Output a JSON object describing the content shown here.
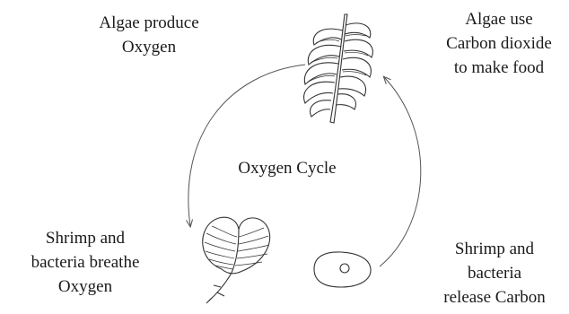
{
  "title": "Oxygen Cycle",
  "labels": {
    "algae_produce": [
      "Algae produce",
      "Oxygen"
    ],
    "algae_use": [
      "Algae use",
      "Carbon dioxide",
      "to make food"
    ],
    "shrimp_breathe": [
      "Shrimp and",
      "bacteria breathe",
      "Oxygen"
    ],
    "shrimp_release": [
      "Shrimp and",
      "bacteria",
      "release Carbon"
    ]
  },
  "icons": {
    "algae": "algae-frond-icon",
    "shrimp": "shrimp-icon",
    "bacterium": "bacterium-icon"
  },
  "colors": {
    "stroke": "#333333",
    "text": "#1a1a1a"
  }
}
